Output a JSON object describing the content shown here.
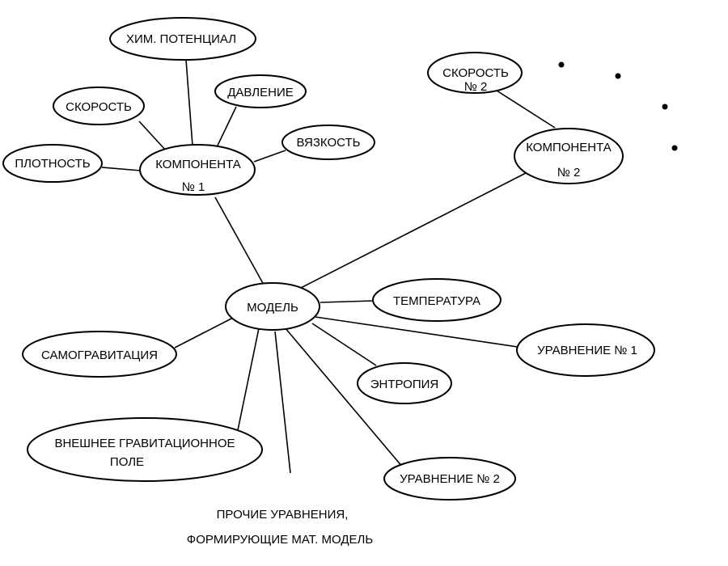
{
  "nodes": {
    "model": {
      "label": "МОДЕЛЬ"
    },
    "component1": {
      "line1": "КОМПОНЕНТА",
      "line2": "№ 1"
    },
    "component2": {
      "line1": "КОМПОНЕНТА",
      "line2": "№ 2"
    },
    "chem_potential": {
      "label": "ХИМ. ПОТЕНЦИАЛ"
    },
    "pressure": {
      "label": "ДАВЛЕНИЕ"
    },
    "velocity1": {
      "label": "СКОРОСТЬ"
    },
    "density": {
      "label": "ПЛОТНОСТЬ"
    },
    "viscosity": {
      "label": "ВЯЗКОСТЬ"
    },
    "velocity2": {
      "line1": "СКОРОСТЬ",
      "line2": "№ 2"
    },
    "temperature": {
      "label": "ТЕМПЕРАТУРА"
    },
    "equation1": {
      "label": "УРАВНЕНИЕ  № 1"
    },
    "entropy": {
      "label": "ЭНТРОПИЯ"
    },
    "self_gravitation": {
      "label": "САМОГРАВИТАЦИЯ"
    },
    "external_field": {
      "line1": "ВНЕШНЕЕ  ГРАВИТАЦИОННОЕ",
      "line2": "ПОЛЕ"
    },
    "equation2": {
      "label": "УРАВНЕНИЕ  № 2"
    }
  },
  "other_equations": {
    "line1": "ПРОЧИЕ УРАВНЕНИЯ,",
    "line2": "ФОРМИРУЮЩИЕ МАТ.  МОДЕЛЬ"
  }
}
